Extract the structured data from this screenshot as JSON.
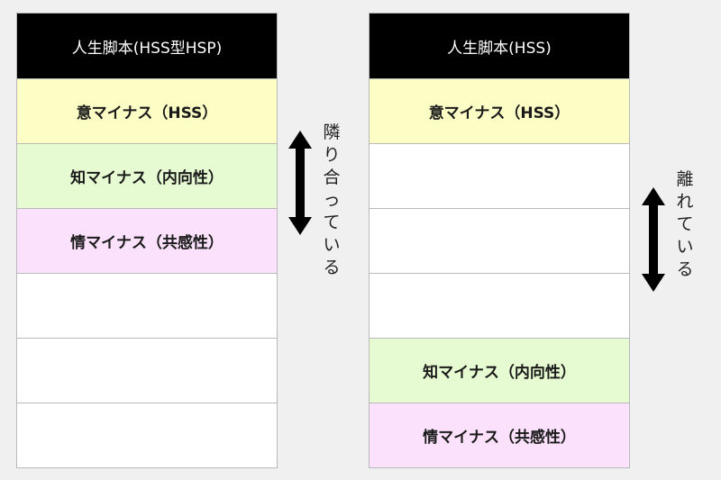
{
  "colors": {
    "header": "#000000",
    "yellow": "#fdfdc6",
    "green": "#e7fbd2",
    "pink": "#fbe1fb",
    "empty": "#ffffff",
    "border": "#b9b9b9",
    "arrow": "#000000"
  },
  "left_table": {
    "header": "人生脚本(HSS型HSP)",
    "rows": [
      "意マイナス（HSS）",
      "知マイナス（内向性）",
      "情マイナス（共感性）",
      "",
      "",
      ""
    ]
  },
  "right_table": {
    "header": "人生脚本(HSS)",
    "rows": [
      "意マイナス（HSS）",
      "",
      "",
      "",
      "知マイナス（内向性）",
      "情マイナス（共感性）"
    ]
  },
  "arrows": {
    "left": {
      "label": "隣り合っている",
      "icon": "double-arrow-vertical"
    },
    "right": {
      "label": "離れている",
      "icon": "double-arrow-vertical"
    }
  }
}
